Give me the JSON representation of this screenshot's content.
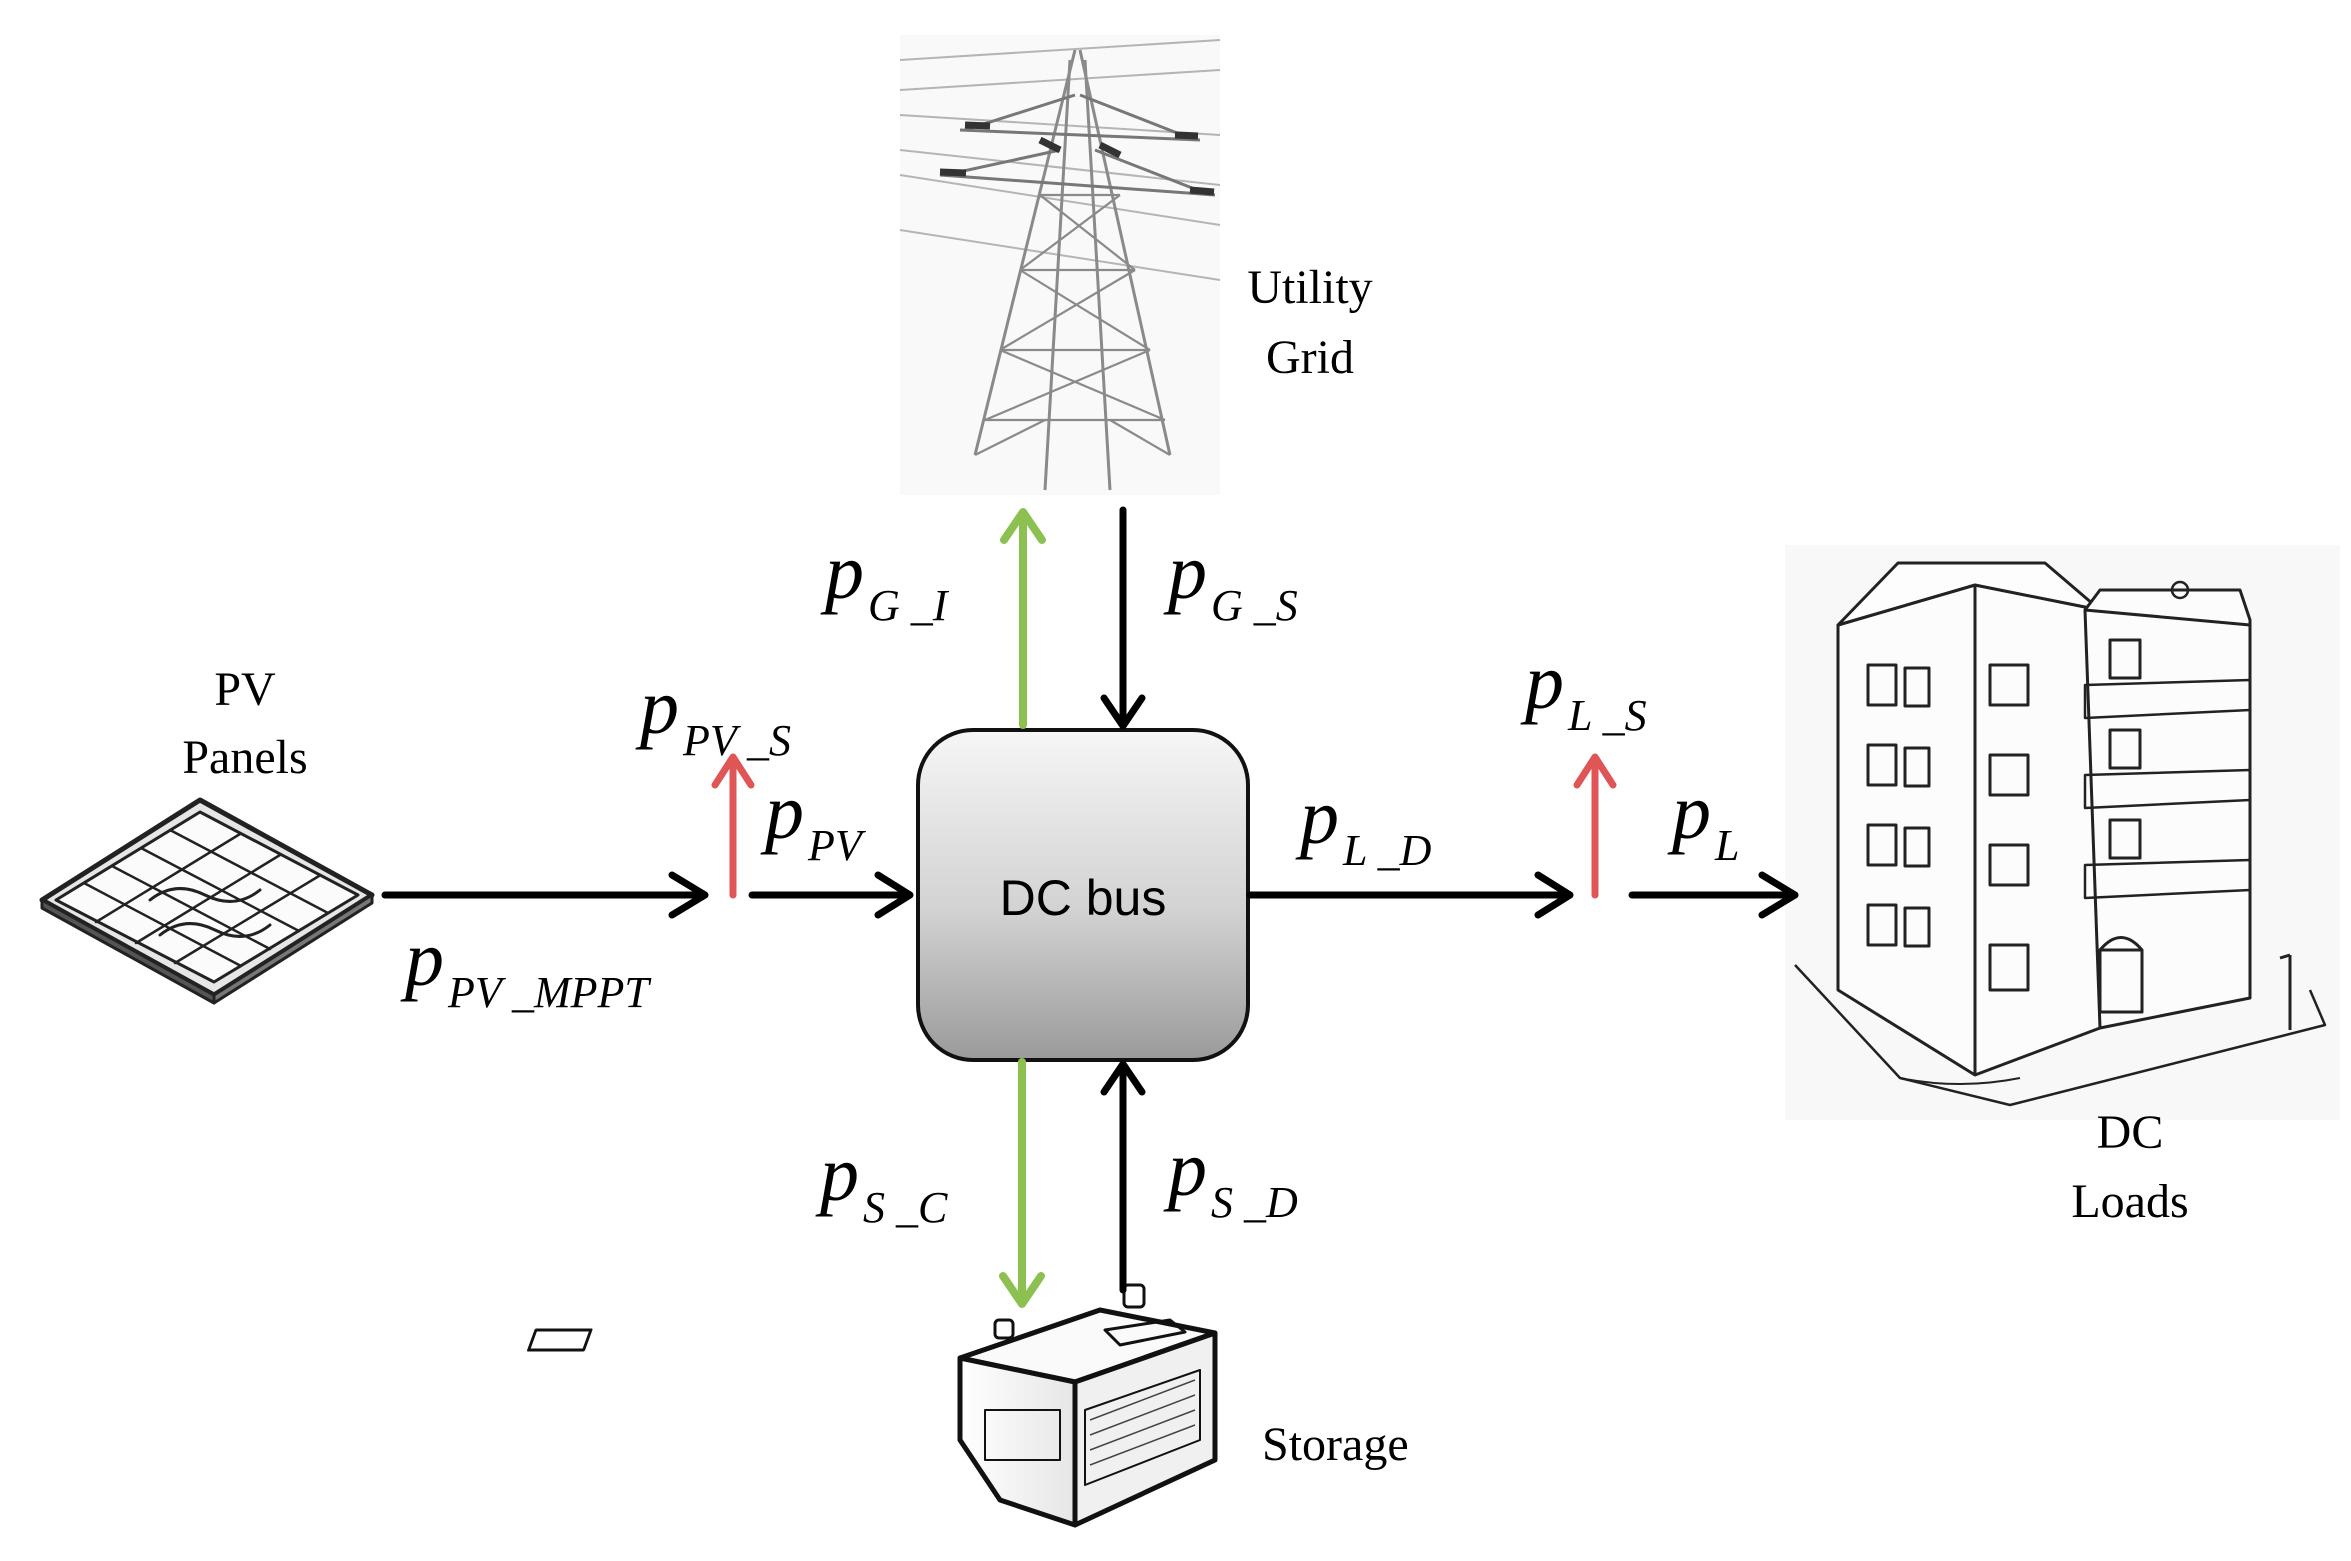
{
  "labels": {
    "pv_line1": "PV",
    "pv_line2": "Panels",
    "grid_line1": "Utility",
    "grid_line2": "Grid",
    "loads_line1": "DC",
    "loads_line2": "Loads",
    "storage": "Storage",
    "bus": "DC bus"
  },
  "flows": {
    "pv_mppt": {
      "main": "p",
      "sub": "PV _MPPT"
    },
    "pv_s": {
      "main": "p",
      "sub": "PV _S"
    },
    "pv": {
      "main": "p",
      "sub": "PV"
    },
    "g_i": {
      "main": "p",
      "sub": "G _I"
    },
    "g_s": {
      "main": "p",
      "sub": "G _S"
    },
    "l_d": {
      "main": "p",
      "sub": "L _D"
    },
    "l_s": {
      "main": "p",
      "sub": "L _S"
    },
    "l": {
      "main": "p",
      "sub": "L"
    },
    "s_c": {
      "main": "p",
      "sub": "S _C"
    },
    "s_d": {
      "main": "p",
      "sub": "S _D"
    }
  },
  "colors": {
    "flow_black": "#000000",
    "flow_red": "#e05555",
    "flow_green": "#8cc152",
    "bus_fill_top": "#f4f4f4",
    "bus_fill_bottom": "#9a9a9a"
  },
  "icons": {
    "pv": "solar-panel-icon",
    "grid": "transmission-tower-icon",
    "loads": "apartment-building-icon",
    "storage": "battery-icon"
  }
}
